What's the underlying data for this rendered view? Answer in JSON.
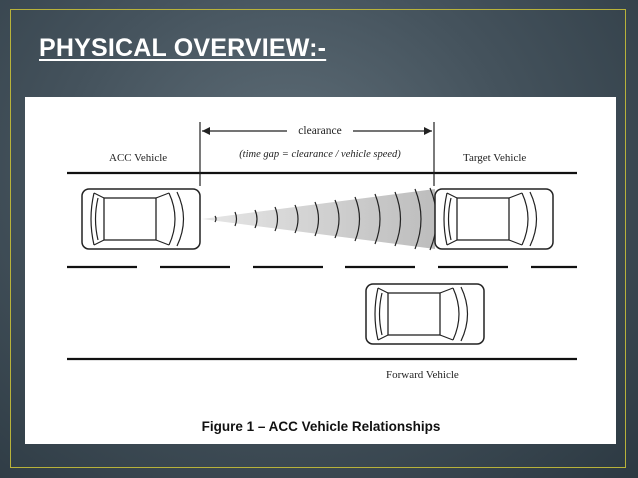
{
  "slide": {
    "title": "PHYSICAL OVERVIEW:-",
    "border_color": "#b8b23a"
  },
  "figure": {
    "clearance_label": "clearance",
    "formula": "(time gap = clearance / vehicle speed)",
    "acc_vehicle_label": "ACC Vehicle",
    "target_vehicle_label": "Target Vehicle",
    "forward_vehicle_label": "Forward Vehicle",
    "caption": "Figure 1 – ACC Vehicle Relationships"
  }
}
